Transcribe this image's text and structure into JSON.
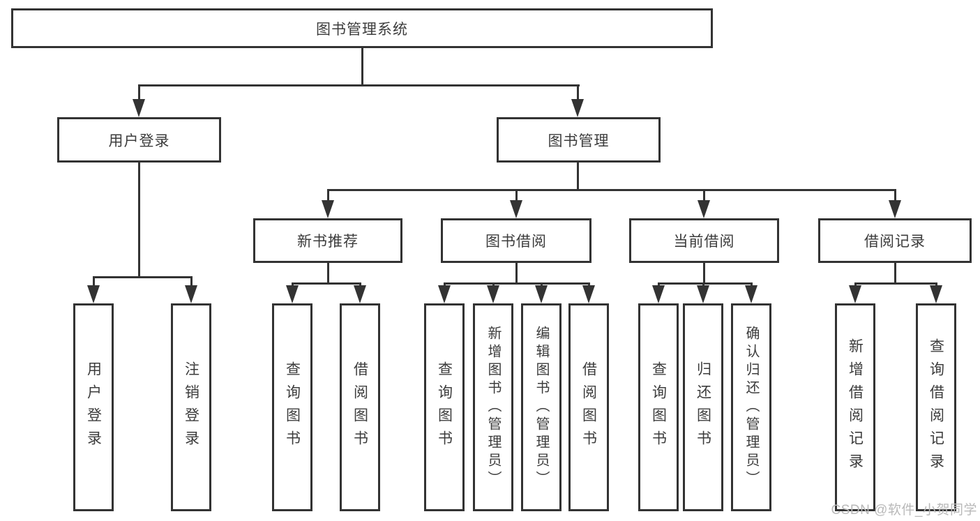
{
  "colors": {
    "line": "#333333",
    "text": "#3c3c3c",
    "bg": "#ffffff",
    "watermark": "#b9b9b9"
  },
  "watermark": {
    "text": "CSDN @软件_小贺同学"
  },
  "diagram": {
    "type": "hierarchy-org-chart",
    "root": {
      "label": "图书管理系统"
    },
    "branches": [
      {
        "label": "用户登录",
        "children": [
          {
            "label": "用户登录"
          },
          {
            "label": "注销登录"
          }
        ]
      },
      {
        "label": "图书管理",
        "children": [
          {
            "label": "新书推荐",
            "children": [
              {
                "label": "查询图书"
              },
              {
                "label": "借阅图书"
              }
            ]
          },
          {
            "label": "图书借阅",
            "children": [
              {
                "label": "查询图书"
              },
              {
                "label": "新增图书（管理员）"
              },
              {
                "label": "编辑图书（管理员）"
              },
              {
                "label": "借阅图书"
              }
            ]
          },
          {
            "label": "当前借阅",
            "children": [
              {
                "label": "查询图书"
              },
              {
                "label": "归还图书"
              },
              {
                "label": "确认归还（管理员）"
              }
            ]
          },
          {
            "label": "借阅记录",
            "children": [
              {
                "label": "新增借阅记录"
              },
              {
                "label": "查询借阅记录"
              }
            ]
          }
        ]
      }
    ]
  }
}
